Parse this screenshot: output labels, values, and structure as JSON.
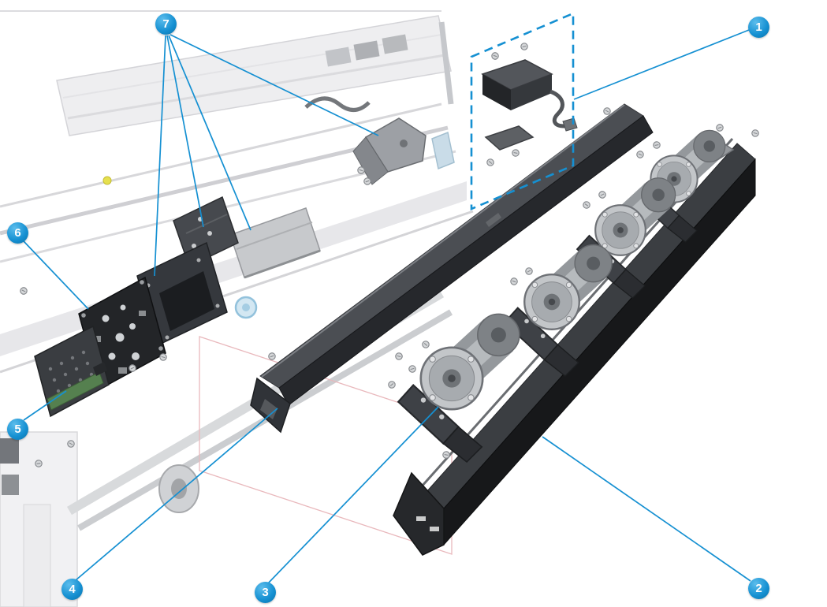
{
  "figure": {
    "accent_color": "#1590d2",
    "region_highlight_color": "#e9b8bc",
    "callouts": [
      {
        "label": "1"
      },
      {
        "label": "2"
      },
      {
        "label": "3"
      },
      {
        "label": "4"
      },
      {
        "label": "5"
      },
      {
        "label": "6"
      },
      {
        "label": "7"
      }
    ]
  }
}
